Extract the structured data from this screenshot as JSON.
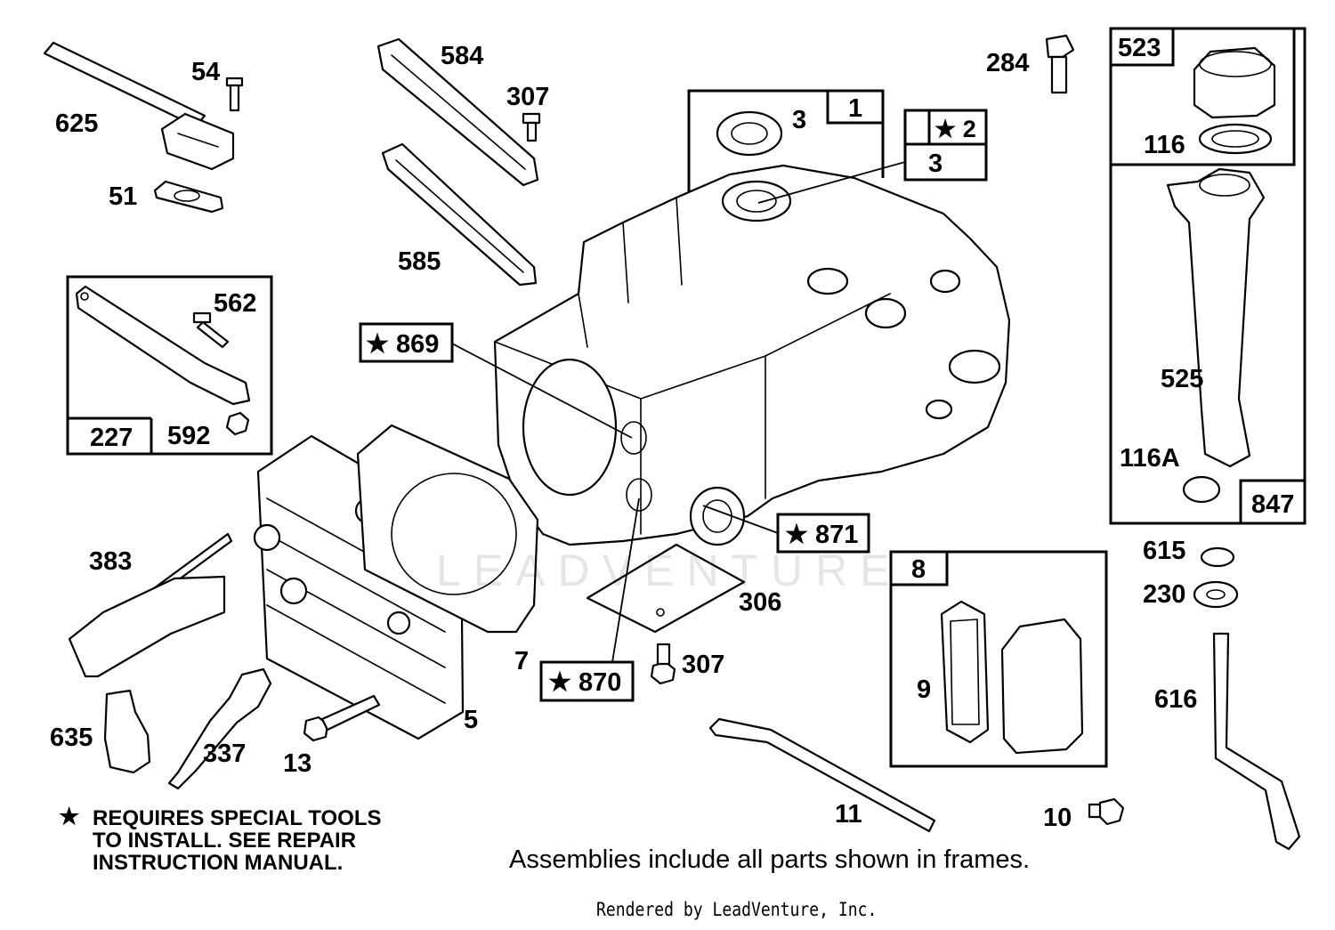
{
  "diagram": {
    "parts": {
      "p625": "625",
      "p54": "54",
      "p51": "51",
      "p584": "584",
      "p307a": "307",
      "p585": "585",
      "p562": "562",
      "p227": "227",
      "p592": "592",
      "p1": "1",
      "p3a": "3",
      "p2": "★ 2",
      "p3b": "3",
      "p284": "284",
      "p523": "523",
      "p116": "116",
      "p525": "525",
      "p116A": "116A",
      "p847": "847",
      "p869": "★ 869",
      "p871": "★ 871",
      "p870": "★ 870",
      "p306": "306",
      "p7": "7",
      "p307b": "307",
      "p383": "383",
      "p635": "635",
      "p337": "337",
      "p13": "13",
      "p5": "5",
      "p8": "8",
      "p9": "9",
      "p615": "615",
      "p230": "230",
      "p616": "616",
      "p11": "11",
      "p10": "10"
    },
    "watermark": "LEADVENTURE"
  },
  "notes": {
    "star_symbol": "★",
    "special_tools": "REQUIRES SPECIAL TOOLS\nTO INSTALL.  SEE REPAIR\nINSTRUCTION MANUAL.",
    "assemblies": "Assemblies include all parts shown in frames.",
    "rendered_by": "Rendered by LeadVenture, Inc."
  }
}
